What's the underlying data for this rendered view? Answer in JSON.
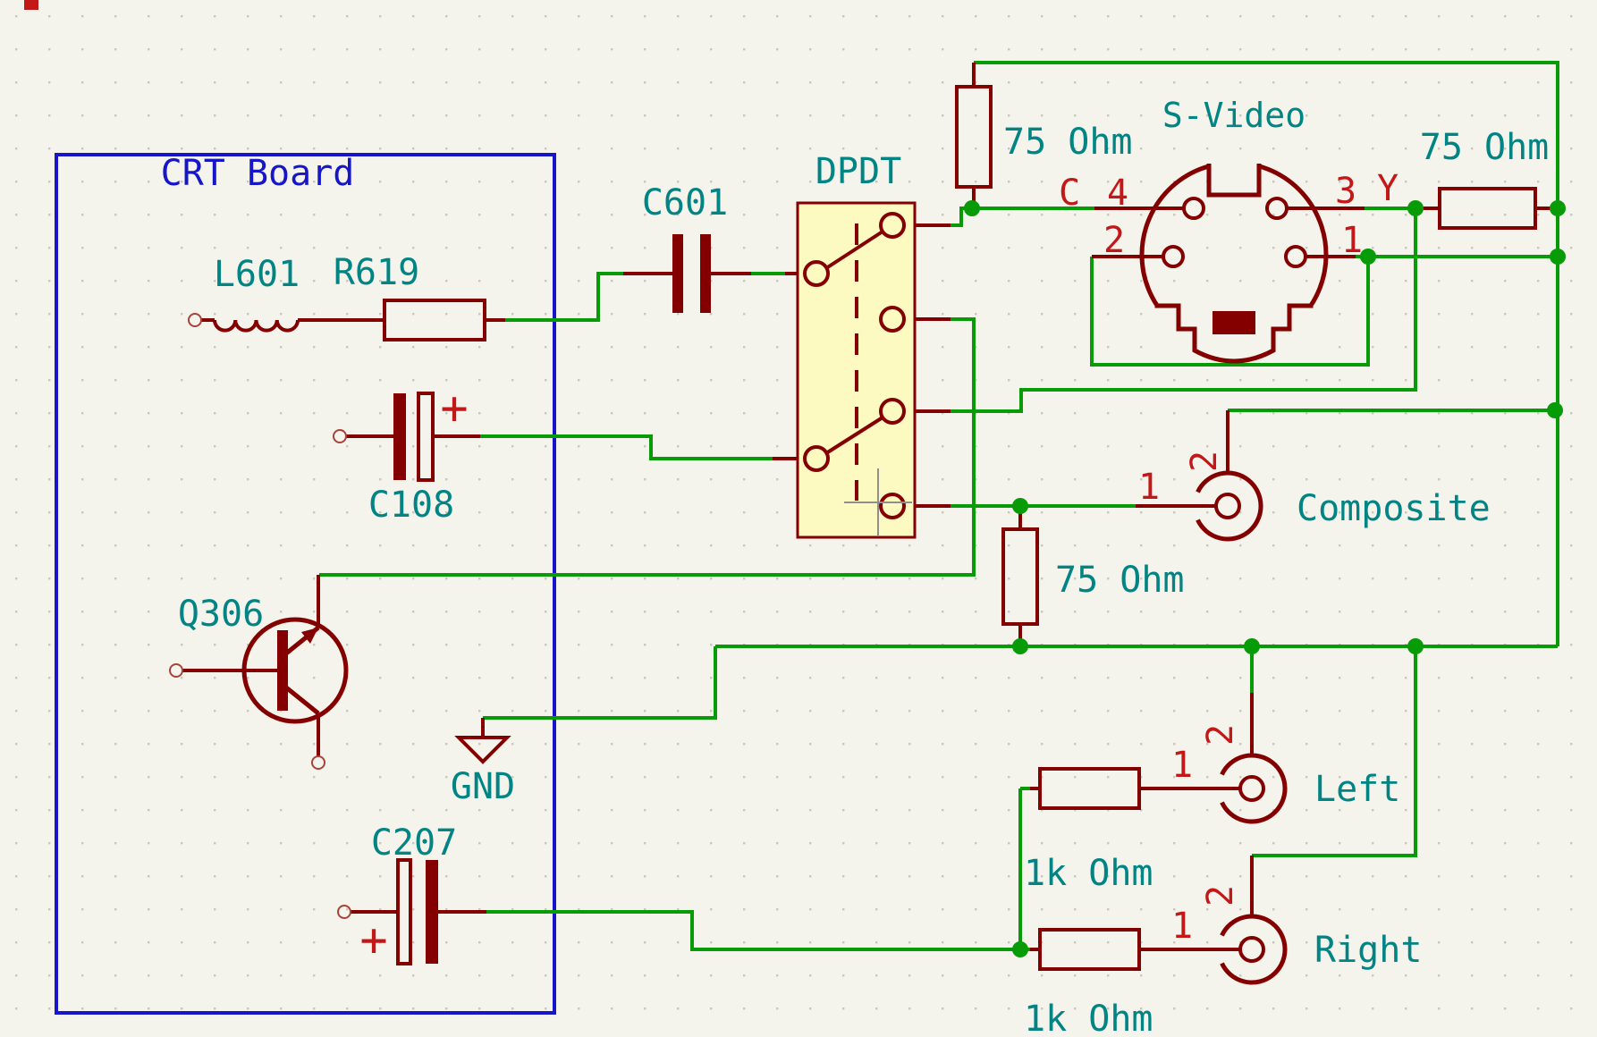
{
  "board": {
    "title": "CRT Board"
  },
  "components": {
    "inductor": {
      "ref": "L601"
    },
    "resistor_r619": {
      "ref": "R619"
    },
    "cap_c601": {
      "ref": "C601"
    },
    "cap_c108": {
      "ref": "C108",
      "polarity": "+"
    },
    "transistor_q306": {
      "ref": "Q306"
    },
    "cap_c207": {
      "ref": "C207",
      "polarity": "+"
    },
    "switch": {
      "ref": "DPDT"
    },
    "ground": {
      "label": "GND"
    },
    "r75_chroma": {
      "value": "75 Ohm"
    },
    "r75_luma": {
      "value": "75 Ohm"
    },
    "r75_composite": {
      "value": "75 Ohm"
    },
    "r1k_left": {
      "value": "1k Ohm"
    },
    "r1k_right": {
      "value": "1k Ohm"
    }
  },
  "connectors": {
    "svideo": {
      "label": "S-Video",
      "pin_c": "C",
      "pin_4": "4",
      "pin_3": "3",
      "pin_y": "Y",
      "pin_2": "2",
      "pin_1": "1"
    },
    "composite": {
      "label": "Composite",
      "pin_1": "1",
      "pin_2": "2"
    },
    "left": {
      "label": "Left",
      "pin_1": "1",
      "pin_2": "2"
    },
    "right": {
      "label": "Right",
      "pin_1": "1",
      "pin_2": "2"
    }
  },
  "colors": {
    "background": "#F4F3EC",
    "grid_dot": "#C8C7BF",
    "wire_green": "#089B08",
    "symbol_dark_red": "#840000",
    "pin_number_red": "#C31818",
    "value_teal": "#008484",
    "box_blue": "#1616C8",
    "switch_highlight": "#FCFAC0",
    "cursor_gray": "#8F8F8F"
  }
}
